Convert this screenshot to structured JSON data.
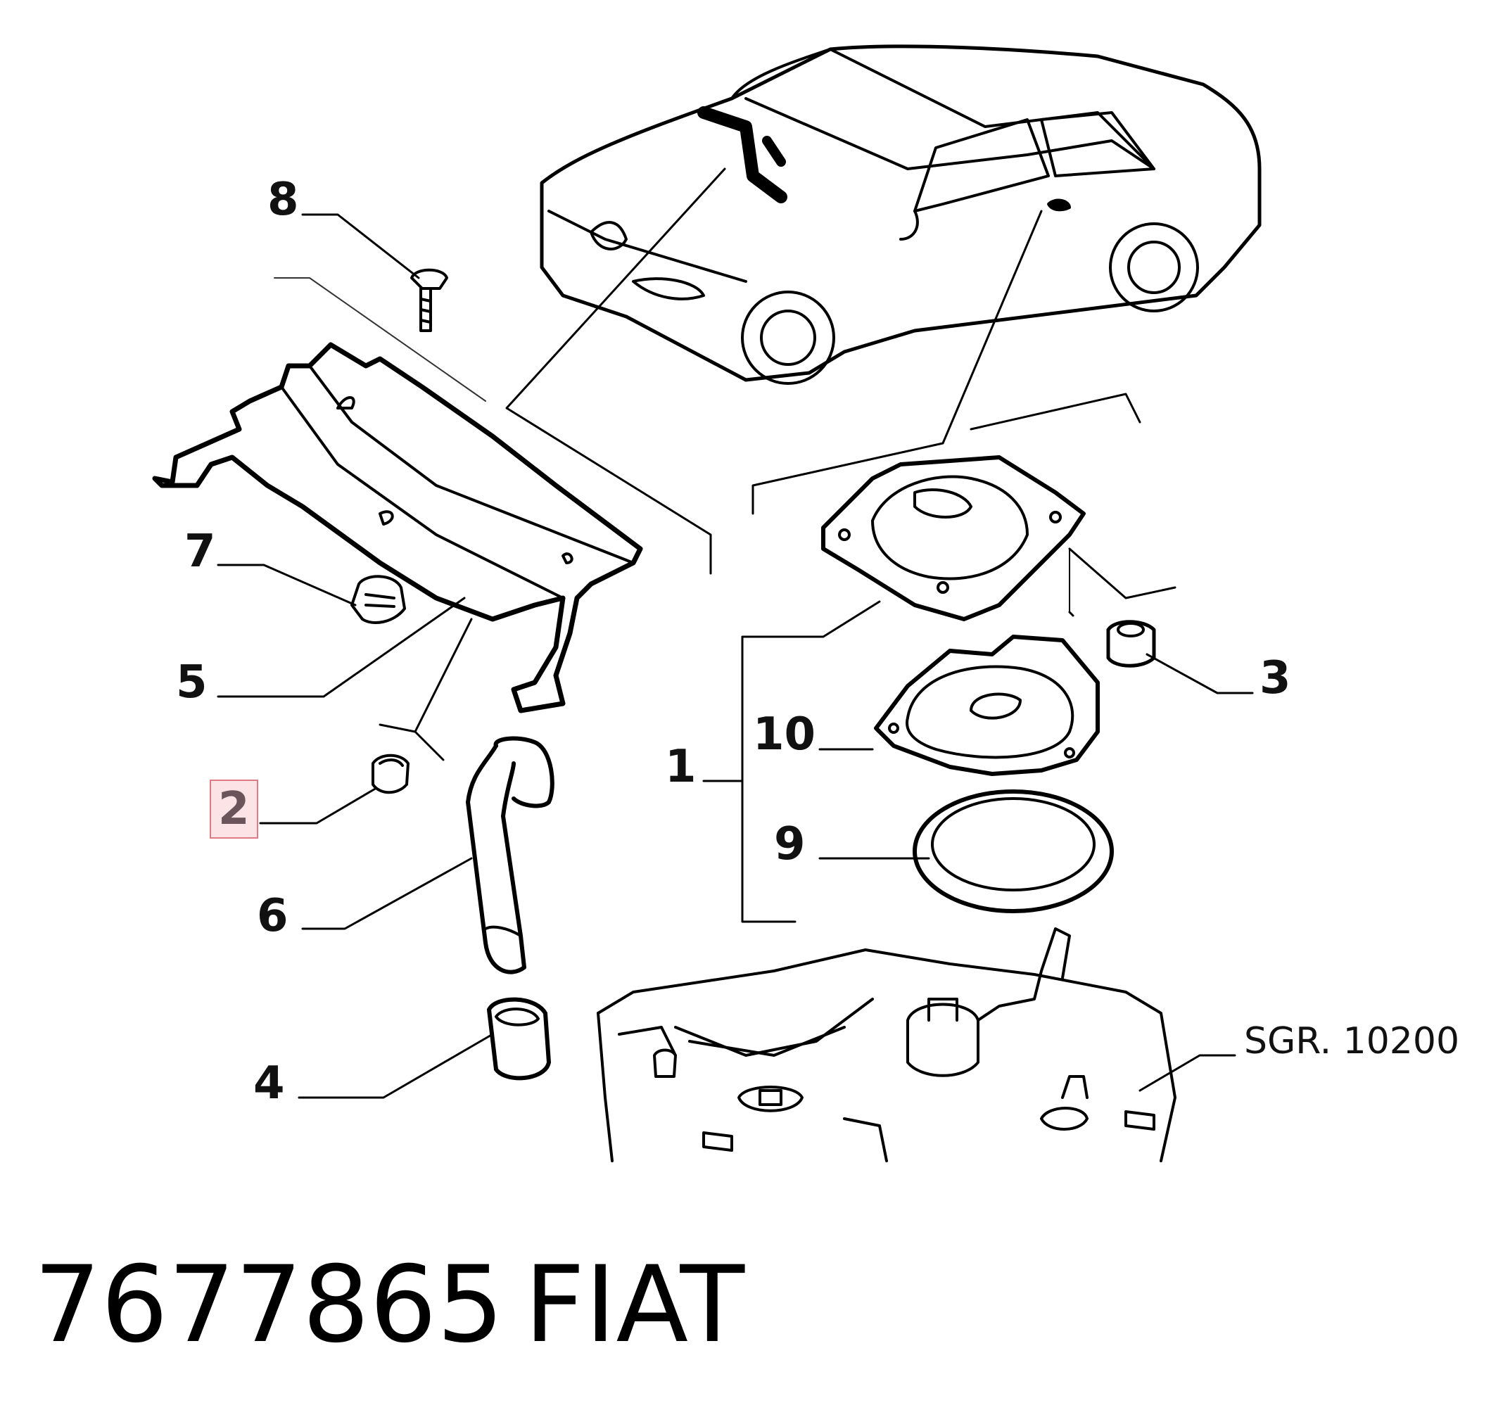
{
  "callouts": {
    "c1": "1",
    "c2": "2",
    "c3": "3",
    "c4": "4",
    "c5": "5",
    "c6": "6",
    "c7": "7",
    "c8": "8",
    "c9": "9",
    "c10": "10"
  },
  "highlighted_callout": "2",
  "reference": "SGR. 10200",
  "footer": {
    "part_number": "7677865",
    "brand": "FIAT"
  },
  "colors": {
    "highlight_border": "#e07a84",
    "highlight_fill": "#fbe3e6",
    "line": "#000000"
  }
}
